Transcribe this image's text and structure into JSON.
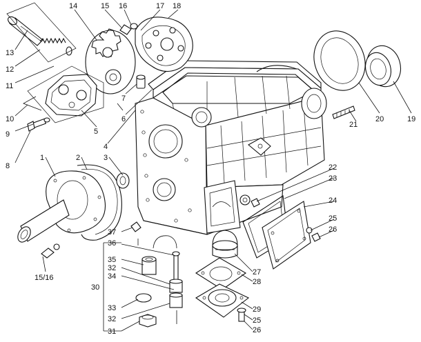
{
  "callouts": [
    {
      "id": "c13",
      "label": "13"
    },
    {
      "id": "c12",
      "label": "12"
    },
    {
      "id": "c11",
      "label": "11"
    },
    {
      "id": "c14",
      "label": "14"
    },
    {
      "id": "c15a",
      "label": "15"
    },
    {
      "id": "c16a",
      "label": "16"
    },
    {
      "id": "c17",
      "label": "17"
    },
    {
      "id": "c18",
      "label": "18"
    },
    {
      "id": "c7",
      "label": "7"
    },
    {
      "id": "c6",
      "label": "6"
    },
    {
      "id": "c5",
      "label": "5"
    },
    {
      "id": "c10",
      "label": "10"
    },
    {
      "id": "c9",
      "label": "9"
    },
    {
      "id": "c8",
      "label": "8"
    },
    {
      "id": "c4",
      "label": "4"
    },
    {
      "id": "c3",
      "label": "3"
    },
    {
      "id": "c2",
      "label": "2"
    },
    {
      "id": "c1",
      "label": "1"
    },
    {
      "id": "c1516",
      "label": "15/16"
    },
    {
      "id": "c37",
      "label": "37"
    },
    {
      "id": "c36",
      "label": "36"
    },
    {
      "id": "c35",
      "label": "35"
    },
    {
      "id": "c32a",
      "label": "32"
    },
    {
      "id": "c34",
      "label": "34"
    },
    {
      "id": "c30",
      "label": "30"
    },
    {
      "id": "c33",
      "label": "33"
    },
    {
      "id": "c32b",
      "label": "32"
    },
    {
      "id": "c31",
      "label": "31"
    },
    {
      "id": "c20",
      "label": "20"
    },
    {
      "id": "c19",
      "label": "19"
    },
    {
      "id": "c21",
      "label": "21"
    },
    {
      "id": "c22",
      "label": "22"
    },
    {
      "id": "c23",
      "label": "23"
    },
    {
      "id": "c24",
      "label": "24"
    },
    {
      "id": "c25a",
      "label": "25"
    },
    {
      "id": "c26a",
      "label": "26"
    },
    {
      "id": "c27",
      "label": "27"
    },
    {
      "id": "c28",
      "label": "28"
    },
    {
      "id": "c29",
      "label": "29"
    },
    {
      "id": "c25b",
      "label": "25"
    },
    {
      "id": "c26b",
      "label": "26"
    }
  ]
}
